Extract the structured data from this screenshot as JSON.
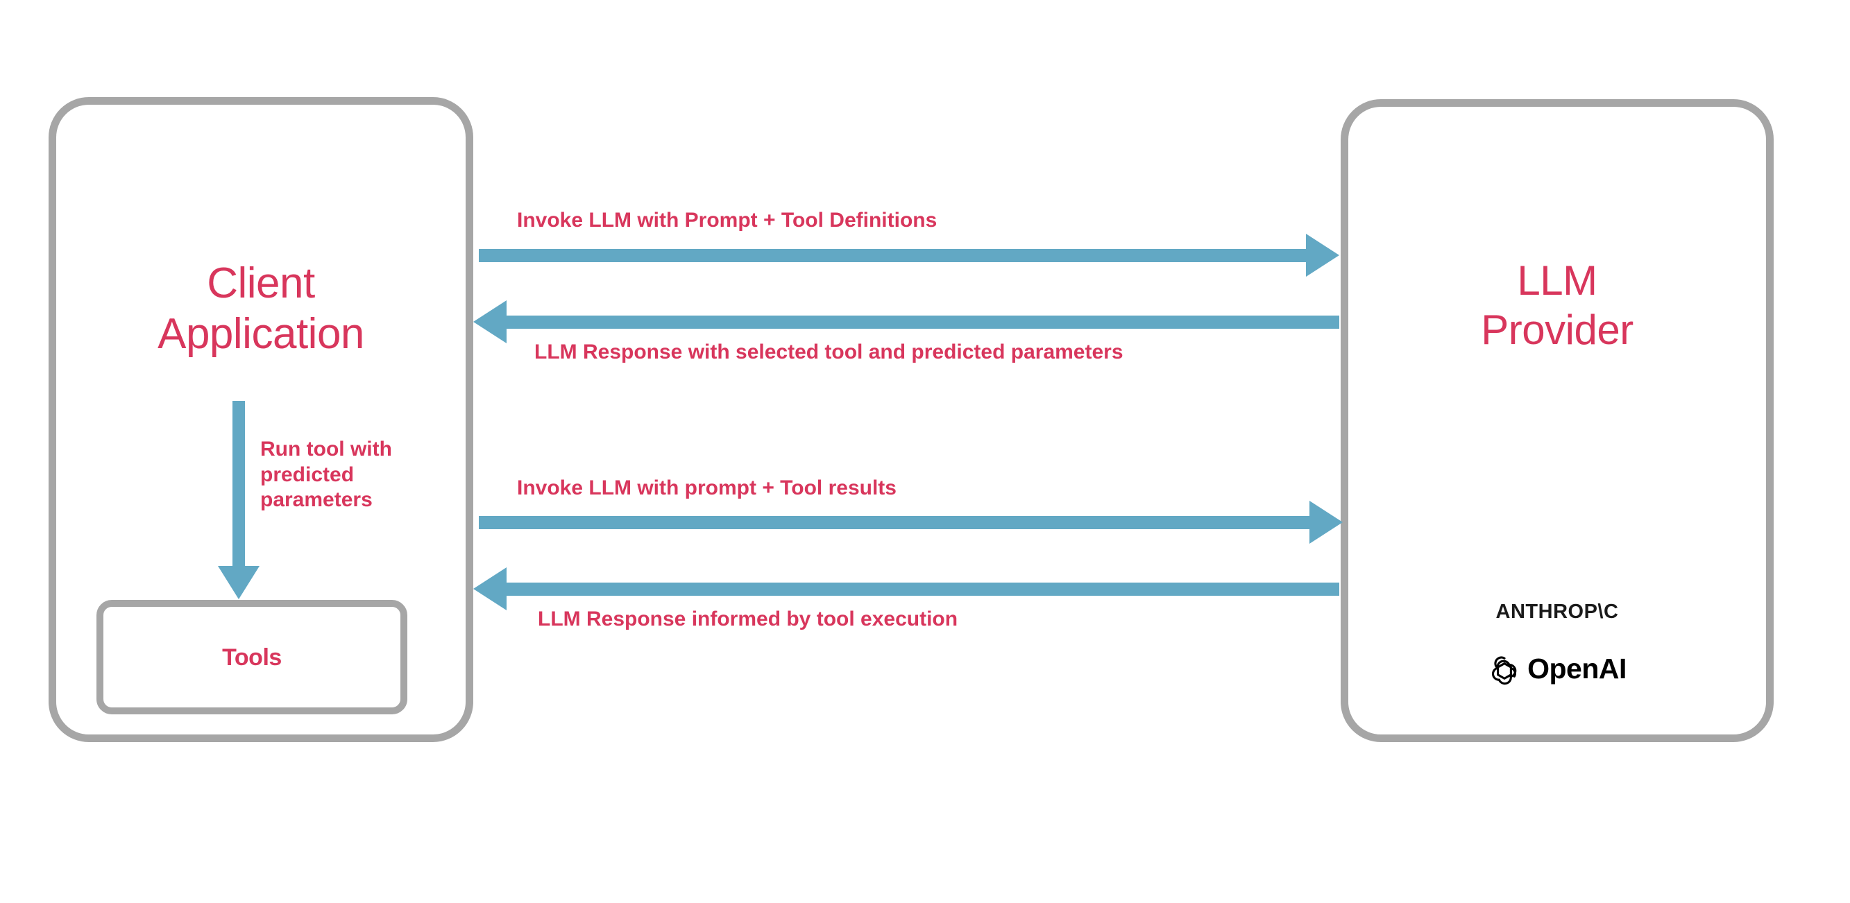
{
  "diagram": {
    "title_hidden": "",
    "colors": {
      "accent_pink": "#d8365c",
      "arrow_blue": "#62a8c4",
      "box_gray": "#a6a6a6",
      "background": "#ffffff",
      "logo_black": "#1a1a1a"
    },
    "nodes": {
      "client": {
        "title_line1": "Client",
        "title_line2": "Application"
      },
      "tools": {
        "label": "Tools"
      },
      "provider": {
        "title_line1": "LLM",
        "title_line2": "Provider",
        "logos": {
          "anthropic_wordmark": "ANTHROP\\C",
          "openai_wordmark": "OpenAI"
        }
      }
    },
    "flows": [
      {
        "id": "invoke-with-tool-definitions",
        "label": "Invoke LLM with Prompt + Tool Definitions",
        "direction": "right"
      },
      {
        "id": "llm-response-selected-tool",
        "label": "LLM Response with selected tool and predicted parameters",
        "direction": "left"
      },
      {
        "id": "invoke-with-tool-results",
        "label": "Invoke LLM with prompt + Tool results",
        "direction": "right"
      },
      {
        "id": "llm-response-informed",
        "label": "LLM Response informed by tool execution",
        "direction": "left"
      },
      {
        "id": "run-tool",
        "label": "Run tool with predicted parameters",
        "direction": "down"
      }
    ]
  }
}
